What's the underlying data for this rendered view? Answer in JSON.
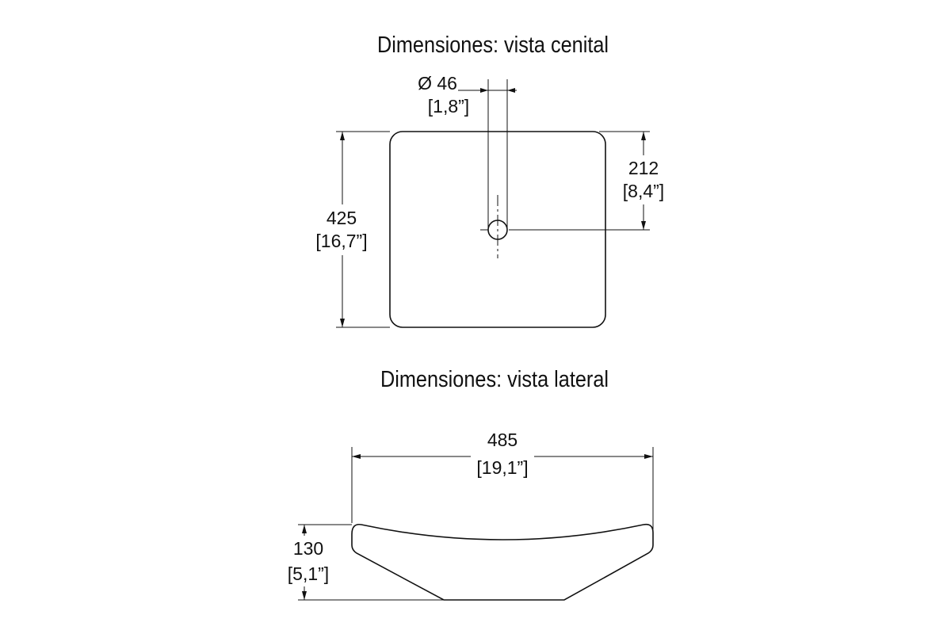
{
  "top_view": {
    "title": "Dimensiones: vista cenital",
    "drain_dim": {
      "mm": "Ø 46",
      "in": "[1,8”]"
    },
    "drain_offset_dim": {
      "mm": "212",
      "in": "[8,4”]"
    },
    "depth_dim": {
      "mm": "425",
      "in": "[16,7”]"
    }
  },
  "side_view": {
    "title": "Dimensiones: vista lateral",
    "width_dim": {
      "mm": "485",
      "in": "[19,1”]"
    },
    "height_dim": {
      "mm": "130",
      "in": "[5,1”]"
    }
  },
  "colors": {
    "line": "#111111",
    "background": "#ffffff"
  }
}
